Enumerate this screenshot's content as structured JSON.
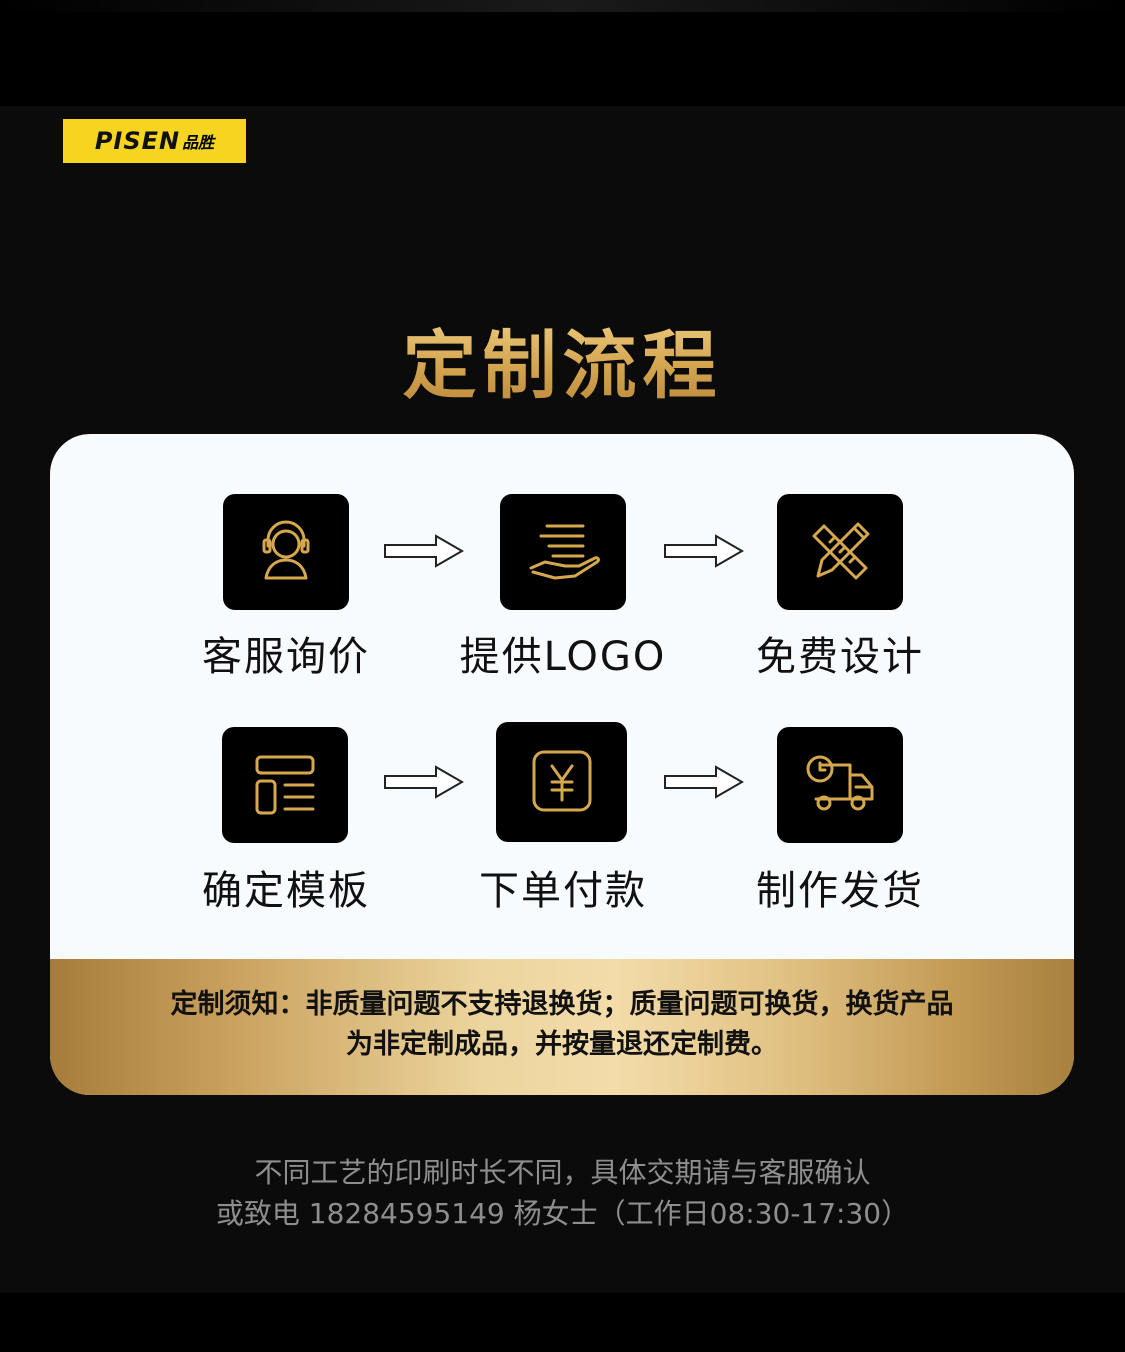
{
  "brand": {
    "logo_text": "PISEN",
    "logo_cn": "品胜",
    "accent": "#f6d521"
  },
  "title": "定制流程",
  "steps": [
    {
      "label": "客服询价",
      "icon": "customer-service-headset-icon"
    },
    {
      "label": "提供LOGO",
      "icon": "hand-offering-document-icon"
    },
    {
      "label": "免费设计",
      "icon": "pencil-ruler-icon"
    },
    {
      "label": "确定模板",
      "icon": "template-layout-icon"
    },
    {
      "label": "下单付款",
      "icon": "yen-payment-icon"
    },
    {
      "label": "制作发货",
      "icon": "delivery-truck-clock-icon"
    }
  ],
  "notice": {
    "line1": "定制须知：非质量问题不支持退换货；质量问题可换货，换货产品",
    "line2": "为非定制成品，并按量退还定制费。"
  },
  "footer": {
    "line1": "不同工艺的印刷时长不同，具体交期请与客服确认",
    "line2": "或致电 18284595149  杨女士（工作日08:30-17:30）"
  },
  "colors": {
    "gold": "#d5a650",
    "icon_stroke": "#d6a84e",
    "card_bg": "#f7fbfd"
  }
}
